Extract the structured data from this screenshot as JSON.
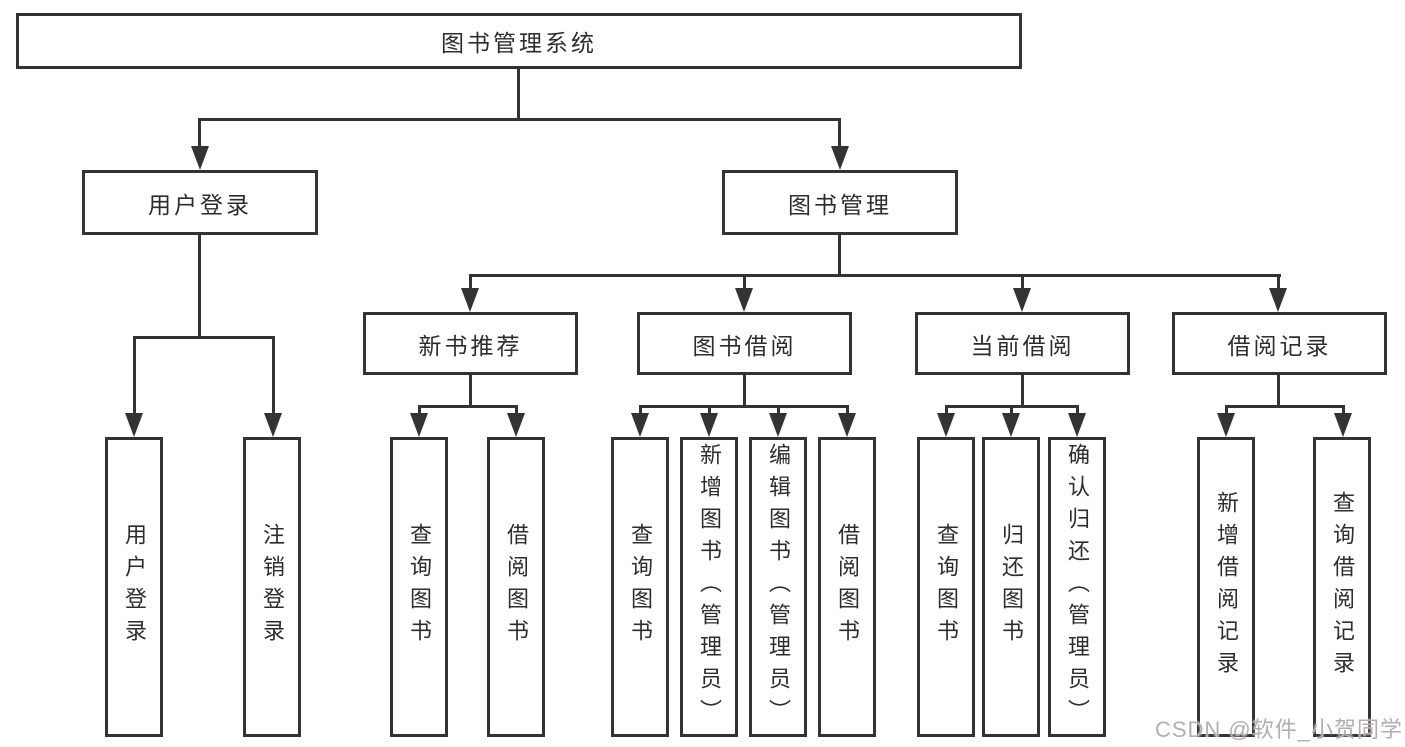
{
  "diagram": {
    "title": "图书管理系统",
    "watermark": "CSDN @软件_小贺同学",
    "colors": {
      "line": "#333333",
      "text": "#2d2d2d",
      "background": "#ffffff",
      "watermark": "#b6aeae"
    }
  },
  "tree": {
    "root": {
      "label": "图书管理系统",
      "children": [
        {
          "label": "用户登录",
          "children": [
            {
              "label": "用户登录"
            },
            {
              "label": "注销登录"
            }
          ]
        },
        {
          "label": "图书管理",
          "children": [
            {
              "label": "新书推荐",
              "children": [
                {
                  "label": "查询图书"
                },
                {
                  "label": "借阅图书"
                }
              ]
            },
            {
              "label": "图书借阅",
              "children": [
                {
                  "label": "查询图书"
                },
                {
                  "label": "新增图书（管理员）"
                },
                {
                  "label": "编辑图书（管理员）"
                },
                {
                  "label": "借阅图书"
                }
              ]
            },
            {
              "label": "当前借阅",
              "children": [
                {
                  "label": "查询图书"
                },
                {
                  "label": "归还图书"
                },
                {
                  "label": "确认归还（管理员）"
                }
              ]
            },
            {
              "label": "借阅记录",
              "children": [
                {
                  "label": "新增借阅记录"
                },
                {
                  "label": "查询借阅记录"
                }
              ]
            }
          ]
        }
      ]
    }
  }
}
